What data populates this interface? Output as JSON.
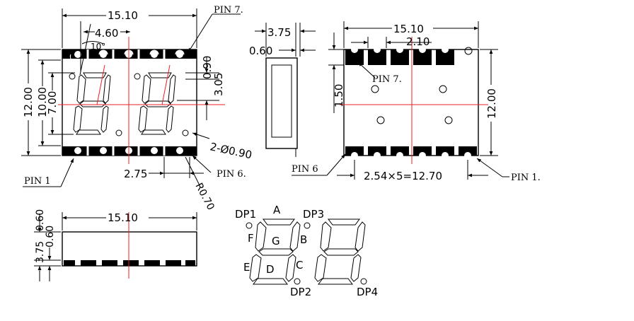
{
  "front_view": {
    "width": "15.10",
    "digit_pitch": "4.60",
    "slant": "10°",
    "height_outer": "12.00",
    "height_mid": "10.00",
    "height_digit": "7.00",
    "seg_offset": "0.90",
    "seg_height": "3.05",
    "pin_pitch": "2.75",
    "hole_dia": "2-Ø0.90",
    "corner_radius": "R0.70",
    "pin1": "PIN 1",
    "pin6": "PIN 6.",
    "pin7": "PIN 7."
  },
  "side_view": {
    "thickness": "3.75",
    "offset": "0.60"
  },
  "back_view": {
    "width": "15.10",
    "pad_width": "2.10",
    "pad_height": "1.50",
    "height": "12.00",
    "pin_pitch": "2.54×5=12.70",
    "pin7": "PIN 7.",
    "pin6": "PIN 6",
    "pin1": "PIN 1."
  },
  "bottom_view": {
    "width": "15.10",
    "thickness": "3.75",
    "offset_a": "0.60",
    "offset_b": "0.60"
  },
  "segment_legend": {
    "dp1": "DP1",
    "a": "A",
    "dp3": "DP3",
    "f": "F",
    "g": "G",
    "b": "B",
    "e": "E",
    "d": "D",
    "c": "C",
    "dp2": "DP2",
    "dp4": "DP4"
  }
}
